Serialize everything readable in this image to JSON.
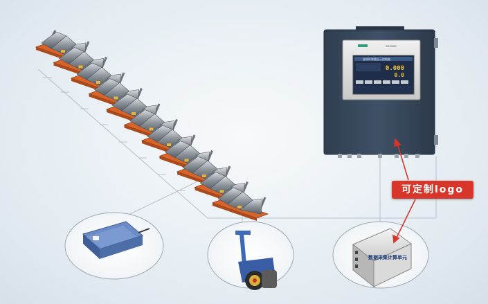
{
  "callout": {
    "label": "可定制logo"
  },
  "display": {
    "header_text": "皮带秤称重显示控制器",
    "brand_text": "SIEMENS",
    "reading_primary": "0.000",
    "reading_secondary": "0.0"
  },
  "collector": {
    "label": "数据采集计算单元"
  },
  "idler_count": 11,
  "colors": {
    "cabinet": "#3a4a5e",
    "frame_orange": "#d8642a",
    "callout_red": "#d9362b",
    "line_gray": "#b8c0c8"
  },
  "icons": [
    "load-cell-sensor-icon",
    "speed-sensor-icon",
    "collector-box-icon",
    "display-screen-icon"
  ]
}
